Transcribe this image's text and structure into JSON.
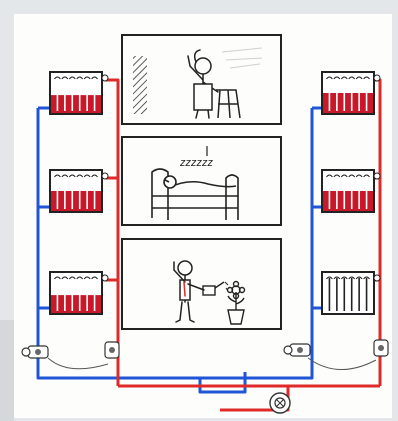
{
  "scene": {
    "floors": [
      {
        "id": "top",
        "activity": "elderly-person-with-walker-waving"
      },
      {
        "id": "middle",
        "activity": "person-sleeping-in-bed",
        "sleep_text": "zzzzzz"
      },
      {
        "id": "bottom",
        "activity": "person-watering-flower"
      }
    ],
    "colors": {
      "background": "#e4e7ea",
      "paper": "#fdfdfb",
      "hot_pipe": "#e02a2a",
      "cold_pipe": "#1f55d6",
      "radiator_fill": "#c8192a",
      "ink": "#222222"
    },
    "radiators": {
      "left_hot_fraction": [
        0.45,
        0.5,
        0.45
      ],
      "right_hot_fraction": [
        0.5,
        0.5,
        0.0
      ]
    },
    "icons": [
      "radiator-icon",
      "valve-icon",
      "pump-icon",
      "walker-icon",
      "bed-icon",
      "watering-can-icon",
      "flower-pot-icon"
    ]
  }
}
